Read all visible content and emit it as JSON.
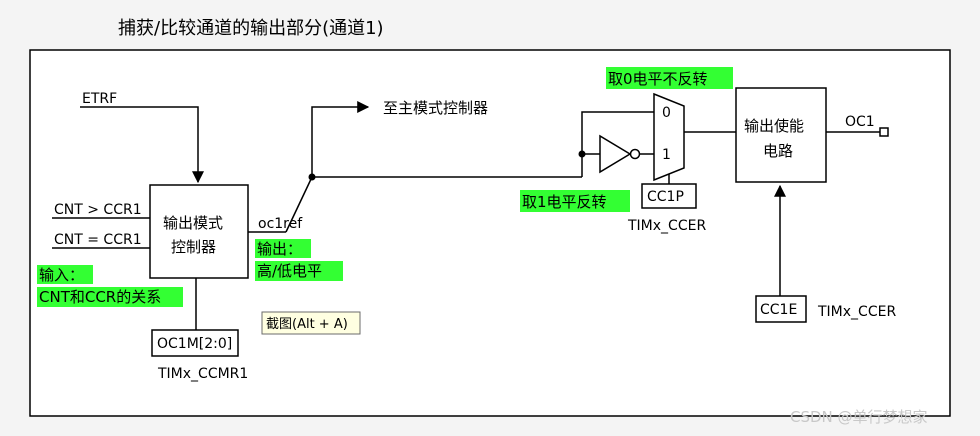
{
  "title": "捕获/比较通道的输出部分(通道1)",
  "signals": {
    "etrf": "ETRF",
    "cnt_gt": "CNT > CCR1",
    "cnt_eq": "CNT = CCR1",
    "oc1ref": "oc1ref",
    "to_master": "至主模式控制器",
    "oc1": "OC1"
  },
  "blocks": {
    "output_ctrl": [
      "输出模式",
      "控制器"
    ],
    "enable_circuit": [
      "输出使能",
      "电路"
    ],
    "oc1m": "OC1M[2:0]",
    "cc1p": "CC1P",
    "cc1e": "CC1E"
  },
  "mux": {
    "input0": "0",
    "input1": "1"
  },
  "registers": {
    "ccmr1": "TIMx_CCMR1",
    "ccer_cc1p": "TIMx_CCER",
    "ccer_cc1e": "TIMx_CCER"
  },
  "annotations": {
    "input_note": [
      "输入：",
      "CNT和CCR的关系"
    ],
    "output_note": [
      "输出：",
      "高/低电平"
    ],
    "no_invert": "取0电平不反转",
    "invert": "取1电平反转"
  },
  "tooltip": "截图(Alt + A)",
  "watermark": "CSDN @单行梦想家",
  "colors": {
    "highlight": "#33ff33",
    "tooltip_bg": "#ffffe1",
    "panel": "#ffffff"
  }
}
